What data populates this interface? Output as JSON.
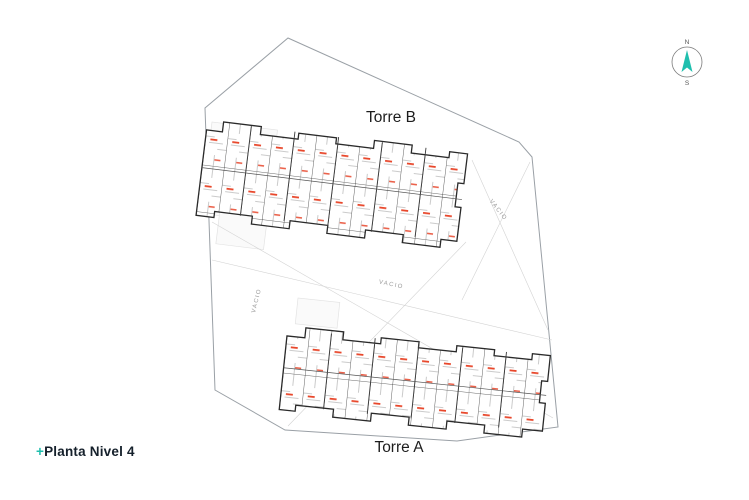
{
  "page": {
    "title_plus": "+",
    "title": "Planta Nivel 4"
  },
  "plan": {
    "torre_b_label": "Torre B",
    "torre_a_label": "Torre A",
    "vacio_labels": [
      "VACIO",
      "VACIO",
      "VACIO"
    ]
  },
  "compass": {
    "north_label": "N",
    "south_label": "S"
  },
  "colors": {
    "accent_teal": "#1fbfae",
    "unit_text_red": "#e8472b",
    "wall_dark": "#2a2a2a",
    "boundary_gray": "#9aa0a6",
    "faint_line_gray": "#d9d9d9",
    "title_text": "#15202b"
  }
}
